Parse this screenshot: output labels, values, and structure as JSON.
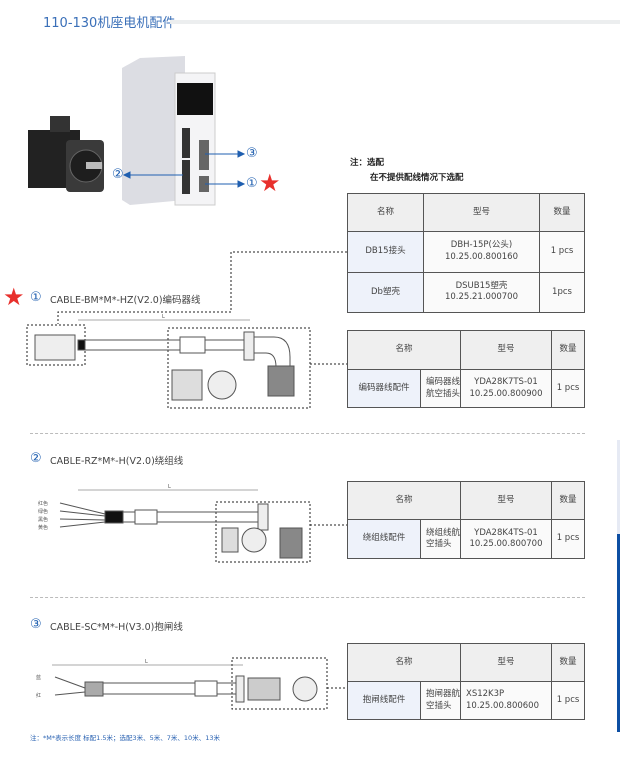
{
  "title": "110-130机座电机配件",
  "callouts": {
    "c1": "①",
    "c2": "②",
    "c3": "③"
  },
  "note": {
    "line1": "注：选配",
    "line2": "在不提供配线情况下选配"
  },
  "table_headers": {
    "name": "名称",
    "model": "型号",
    "qty": "数量"
  },
  "table1": {
    "rows": [
      {
        "name": "DB15接头",
        "model": "DBH-15P(公头)",
        "code": "10.25.00.800160",
        "qty": "1 pcs"
      },
      {
        "name": "Db塑壳",
        "model": "DSUB15塑壳",
        "code": "10.25.21.000700",
        "qty": "1pcs"
      }
    ]
  },
  "sections": [
    {
      "num": "①",
      "title": "CABLE-BM*M*-HZ(V2.0)编码器线",
      "length_label": "L",
      "table": {
        "name": "编码器线配件",
        "sub": "编码器线航空插头",
        "model": "YDA28K7TS-01",
        "code": "10.25.00.800900",
        "qty": "1 pcs"
      }
    },
    {
      "num": "②",
      "title": "CABLE-RZ*M*-H(V2.0)绕组线",
      "length_label": "L",
      "wires": [
        "红色",
        "绿色",
        "黑色",
        "黄色"
      ],
      "table": {
        "name": "绕组线配件",
        "sub": "绕组线航空插头",
        "model": "YDA28K4TS-01",
        "code": "10.25.00.800700",
        "qty": "1 pcs"
      }
    },
    {
      "num": "③",
      "title": "CABLE-SC*M*-H(V3.0)抱闸线",
      "length_label": "L",
      "wires": [
        "蓝",
        "红"
      ],
      "table": {
        "name": "抱闸线配件",
        "sub": "抱闸器航空插头",
        "model": "XS12K3P",
        "code": "10.25.00.800600",
        "qty": "1 pcs"
      }
    }
  ],
  "footer": "注：*M*表示长度    标配1.5米；选配3米、5米、7米、10米、13米",
  "colors": {
    "accent": "#3a6fb8",
    "star": "#e8302c",
    "side_bar": "#0d4fa3"
  }
}
